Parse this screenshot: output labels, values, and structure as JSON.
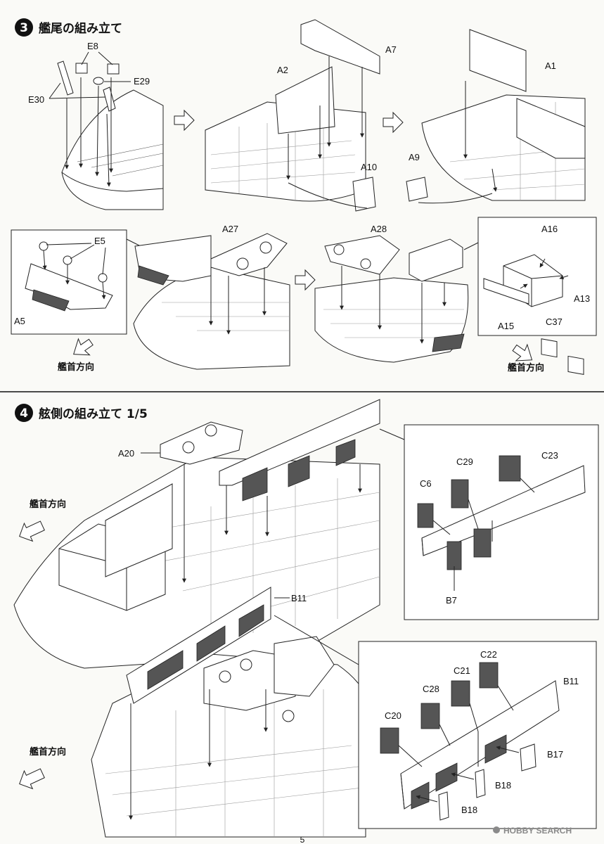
{
  "step3": {
    "number": "3",
    "title": "艦尾の組み立て",
    "labels": {
      "e8": "E8",
      "e29": "E29",
      "e30": "E30",
      "a2": "A2",
      "a7": "A7",
      "a1": "A1",
      "a10": "A10",
      "a9": "A9",
      "e5": "E5",
      "a5": "A5",
      "a27": "A27",
      "a28": "A28",
      "a16": "A16",
      "a13": "A13",
      "a15": "A15",
      "c37": "C37"
    },
    "bow_direction_left": "艦首方向",
    "bow_direction_right": "艦首方向"
  },
  "step4": {
    "number": "4",
    "title": "舷側の組み立て 1/5",
    "labels": {
      "a20": "A20",
      "b11": "B11",
      "c6": "C6",
      "c29": "C29",
      "c23": "C23",
      "b7": "B7",
      "c22": "C22",
      "c21": "C21",
      "c28": "C28",
      "c20": "C20",
      "b11_detail": "B11",
      "b17": "B17",
      "b18_a": "B18",
      "b18_b": "B18"
    },
    "bow_direction_upper": "艦首方向",
    "bow_direction_lower": "艦首方向"
  },
  "watermark": "HOBBY SEARCH",
  "page_number": "5"
}
